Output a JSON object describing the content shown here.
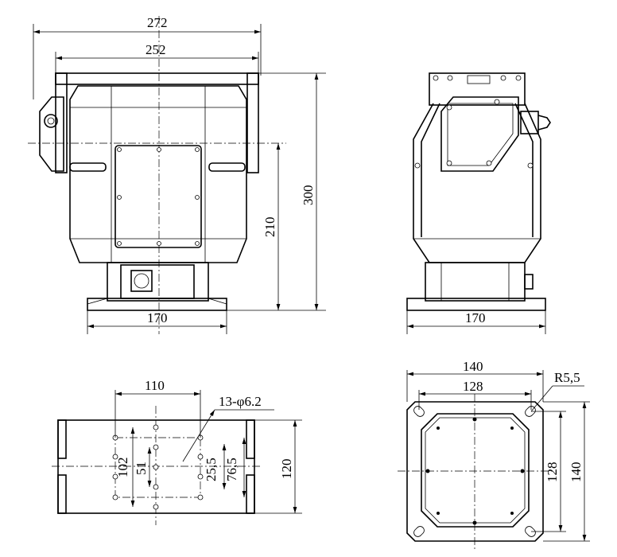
{
  "front_view": {
    "width_overall": "272",
    "width_bracket": "252",
    "height_total": "300",
    "height_axis": "210",
    "base_width": "170"
  },
  "side_view": {
    "base_width": "170"
  },
  "bottom_view": {
    "hole_spacing_x": "110",
    "hole_spec": "13-φ6.2",
    "spacing_102": "102",
    "spacing_51": "51",
    "spacing_25_5": "25,5",
    "spacing_76_5": "76,5",
    "depth": "120"
  },
  "flange_view": {
    "outer_width": "140",
    "inner_width": "128",
    "corner_radius": "R5,5",
    "inner_height": "128",
    "outer_height": "140"
  }
}
